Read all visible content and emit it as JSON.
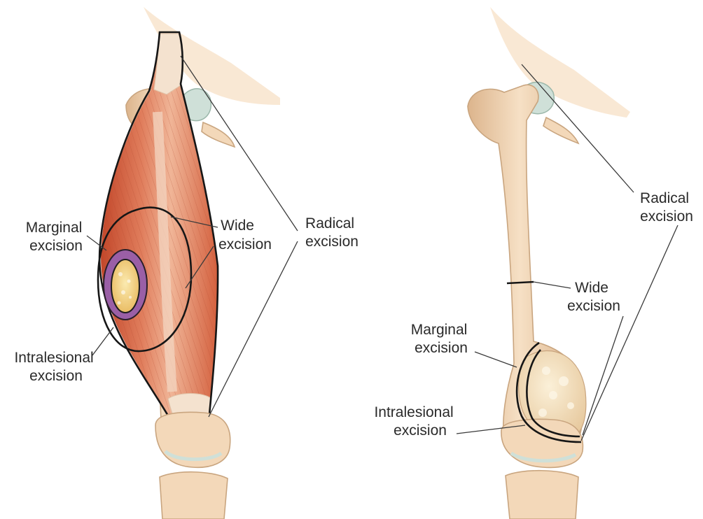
{
  "left_panel": {
    "labels": {
      "marginal": [
        "Marginal",
        "excision"
      ],
      "wide": [
        "Wide",
        "excision"
      ],
      "radical": [
        "Radical",
        "excision"
      ],
      "intralesional": [
        "Intralesional",
        "excision"
      ]
    }
  },
  "right_panel": {
    "labels": {
      "radical": [
        "Radical",
        "excision"
      ],
      "wide": [
        "Wide",
        "excision"
      ],
      "marginal": [
        "Marginal",
        "excision"
      ],
      "intralesional": [
        "Intralesional",
        "excision"
      ]
    }
  },
  "colors": {
    "bone": "#f3d8b9",
    "bone_shadow": "#dcb48c",
    "muscle": "#d86a48",
    "muscle_dark": "#b84a2e",
    "tendon": "#f2dcc6",
    "tumor": "#f6da8c",
    "tumor_capsule": "#9a5fa6",
    "soft_tissue": "#f6e3cc",
    "cartilage": "#cfe0d8",
    "lines": "#161616"
  }
}
